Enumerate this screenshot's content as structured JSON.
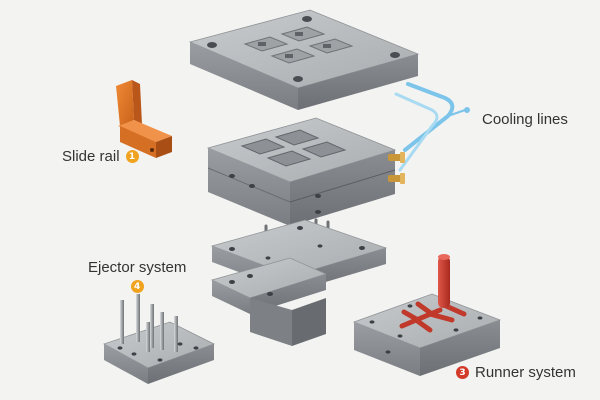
{
  "labels": {
    "slide_rail": {
      "text": "Slide rail",
      "badge": "1"
    },
    "cooling_lines": {
      "text": "Cooling lines"
    },
    "ejector_system": {
      "text": "Ejector system",
      "badge": "4"
    },
    "runner_system": {
      "text": "Runner system",
      "badge": "3"
    }
  },
  "colors": {
    "background": "#f3f3f2",
    "steel_top": "#b7bbbe",
    "steel_side": "#8c9094",
    "slide_rail": "#e07a2a",
    "cooling_tube": "#7cc4ea",
    "runner": "#c0392b",
    "badge_orange": "#f0a31f",
    "badge_red": "#d23a2a",
    "brass": "#c9963a"
  }
}
